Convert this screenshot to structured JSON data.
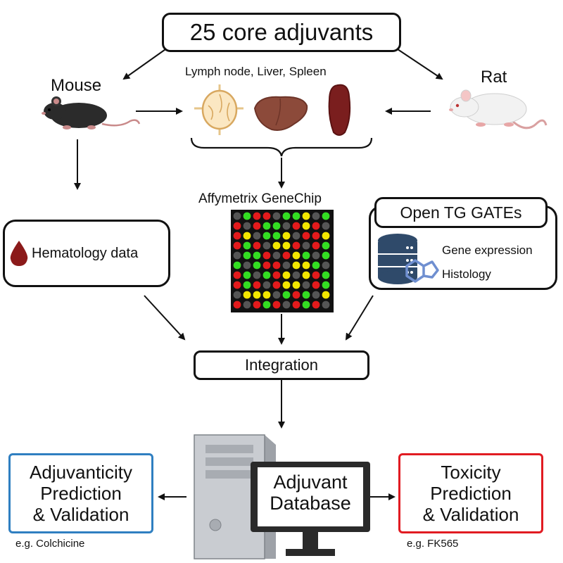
{
  "title": "25 core adjuvants",
  "species": {
    "mouse": "Mouse",
    "rat": "Rat"
  },
  "organs_label": "Lymph node, Liver, Spleen",
  "genechip_label": "Affymetrix GeneChip",
  "open_tg_gates": {
    "title": "Open TG GATEs",
    "items": [
      "Gene expression",
      "Histology"
    ]
  },
  "hematology_label": "Hematology data",
  "integration_label": "Integration",
  "database_label": [
    "Adjuvant",
    "Database"
  ],
  "adjuvanticity": {
    "lines": [
      "Adjuvanticity",
      "Prediction",
      "& Validation"
    ],
    "example": "e.g. Colchicine",
    "color": "#2f7fc1"
  },
  "toxicity": {
    "lines": [
      "Toxicity",
      "Prediction",
      "& Validation"
    ],
    "example": "e.g. FK565",
    "color": "#e11b22"
  },
  "microarray_colors": {
    "red": "#e31a1c",
    "green": "#33dd22",
    "yellow": "#f2e600",
    "gray": "#555555"
  }
}
